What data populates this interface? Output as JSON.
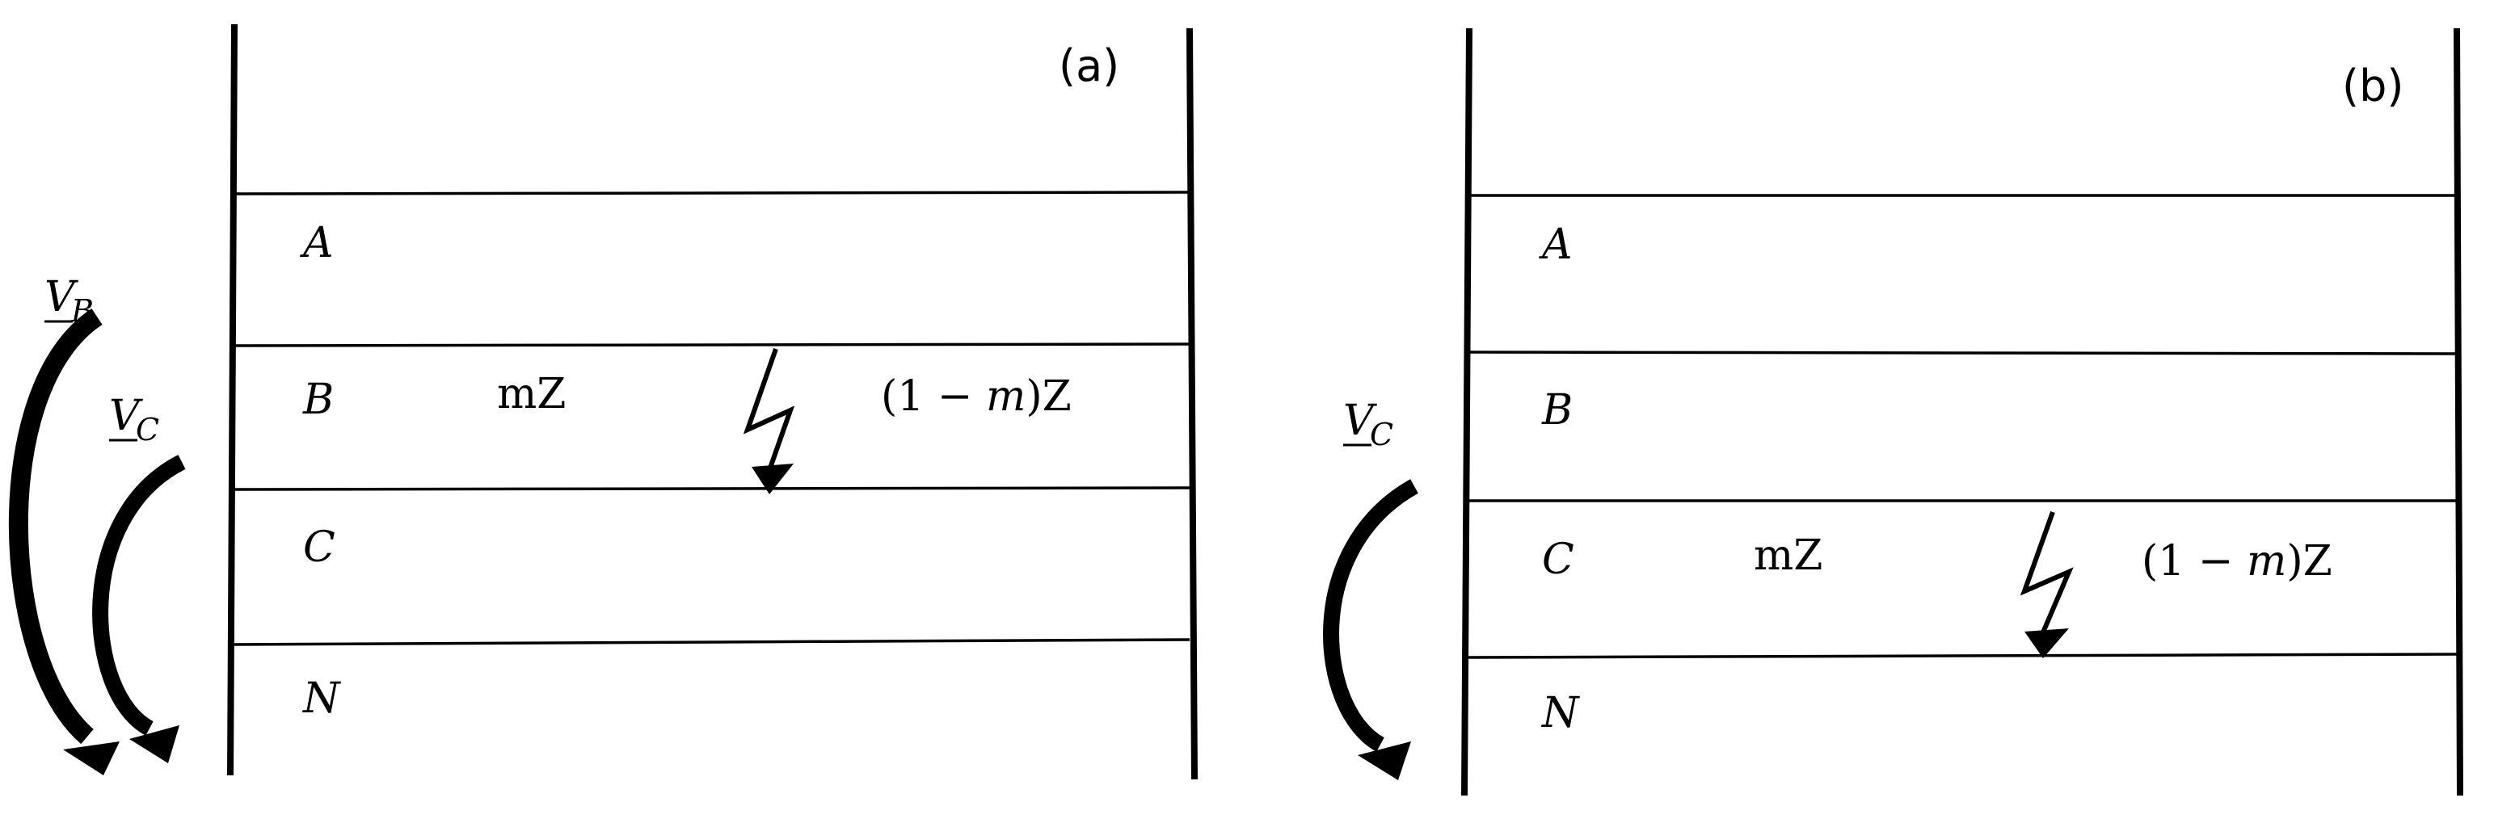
{
  "panels": [
    {
      "label": "(a)",
      "rows": [
        "A",
        "B",
        "C",
        "N"
      ],
      "impedance_left": "mZ",
      "impedance_right": "(1 − m)Z",
      "impedance_right_prefix": "(1 − ",
      "impedance_right_var": "m",
      "impedance_right_suffix": ")Z",
      "fault_between": [
        "B",
        "C"
      ],
      "voltages": [
        {
          "label": "V",
          "sub": "B"
        },
        {
          "label": "V",
          "sub": "C"
        }
      ]
    },
    {
      "label": "(b)",
      "rows": [
        "A",
        "B",
        "C",
        "N"
      ],
      "impedance_left": "mZ",
      "impedance_right": "(1 − m)Z",
      "impedance_right_prefix": "(1 − ",
      "impedance_right_var": "m",
      "impedance_right_suffix": ")Z",
      "fault_between": [
        "C",
        "N"
      ],
      "voltages": [
        {
          "label": "V",
          "sub": "C"
        }
      ]
    }
  ]
}
